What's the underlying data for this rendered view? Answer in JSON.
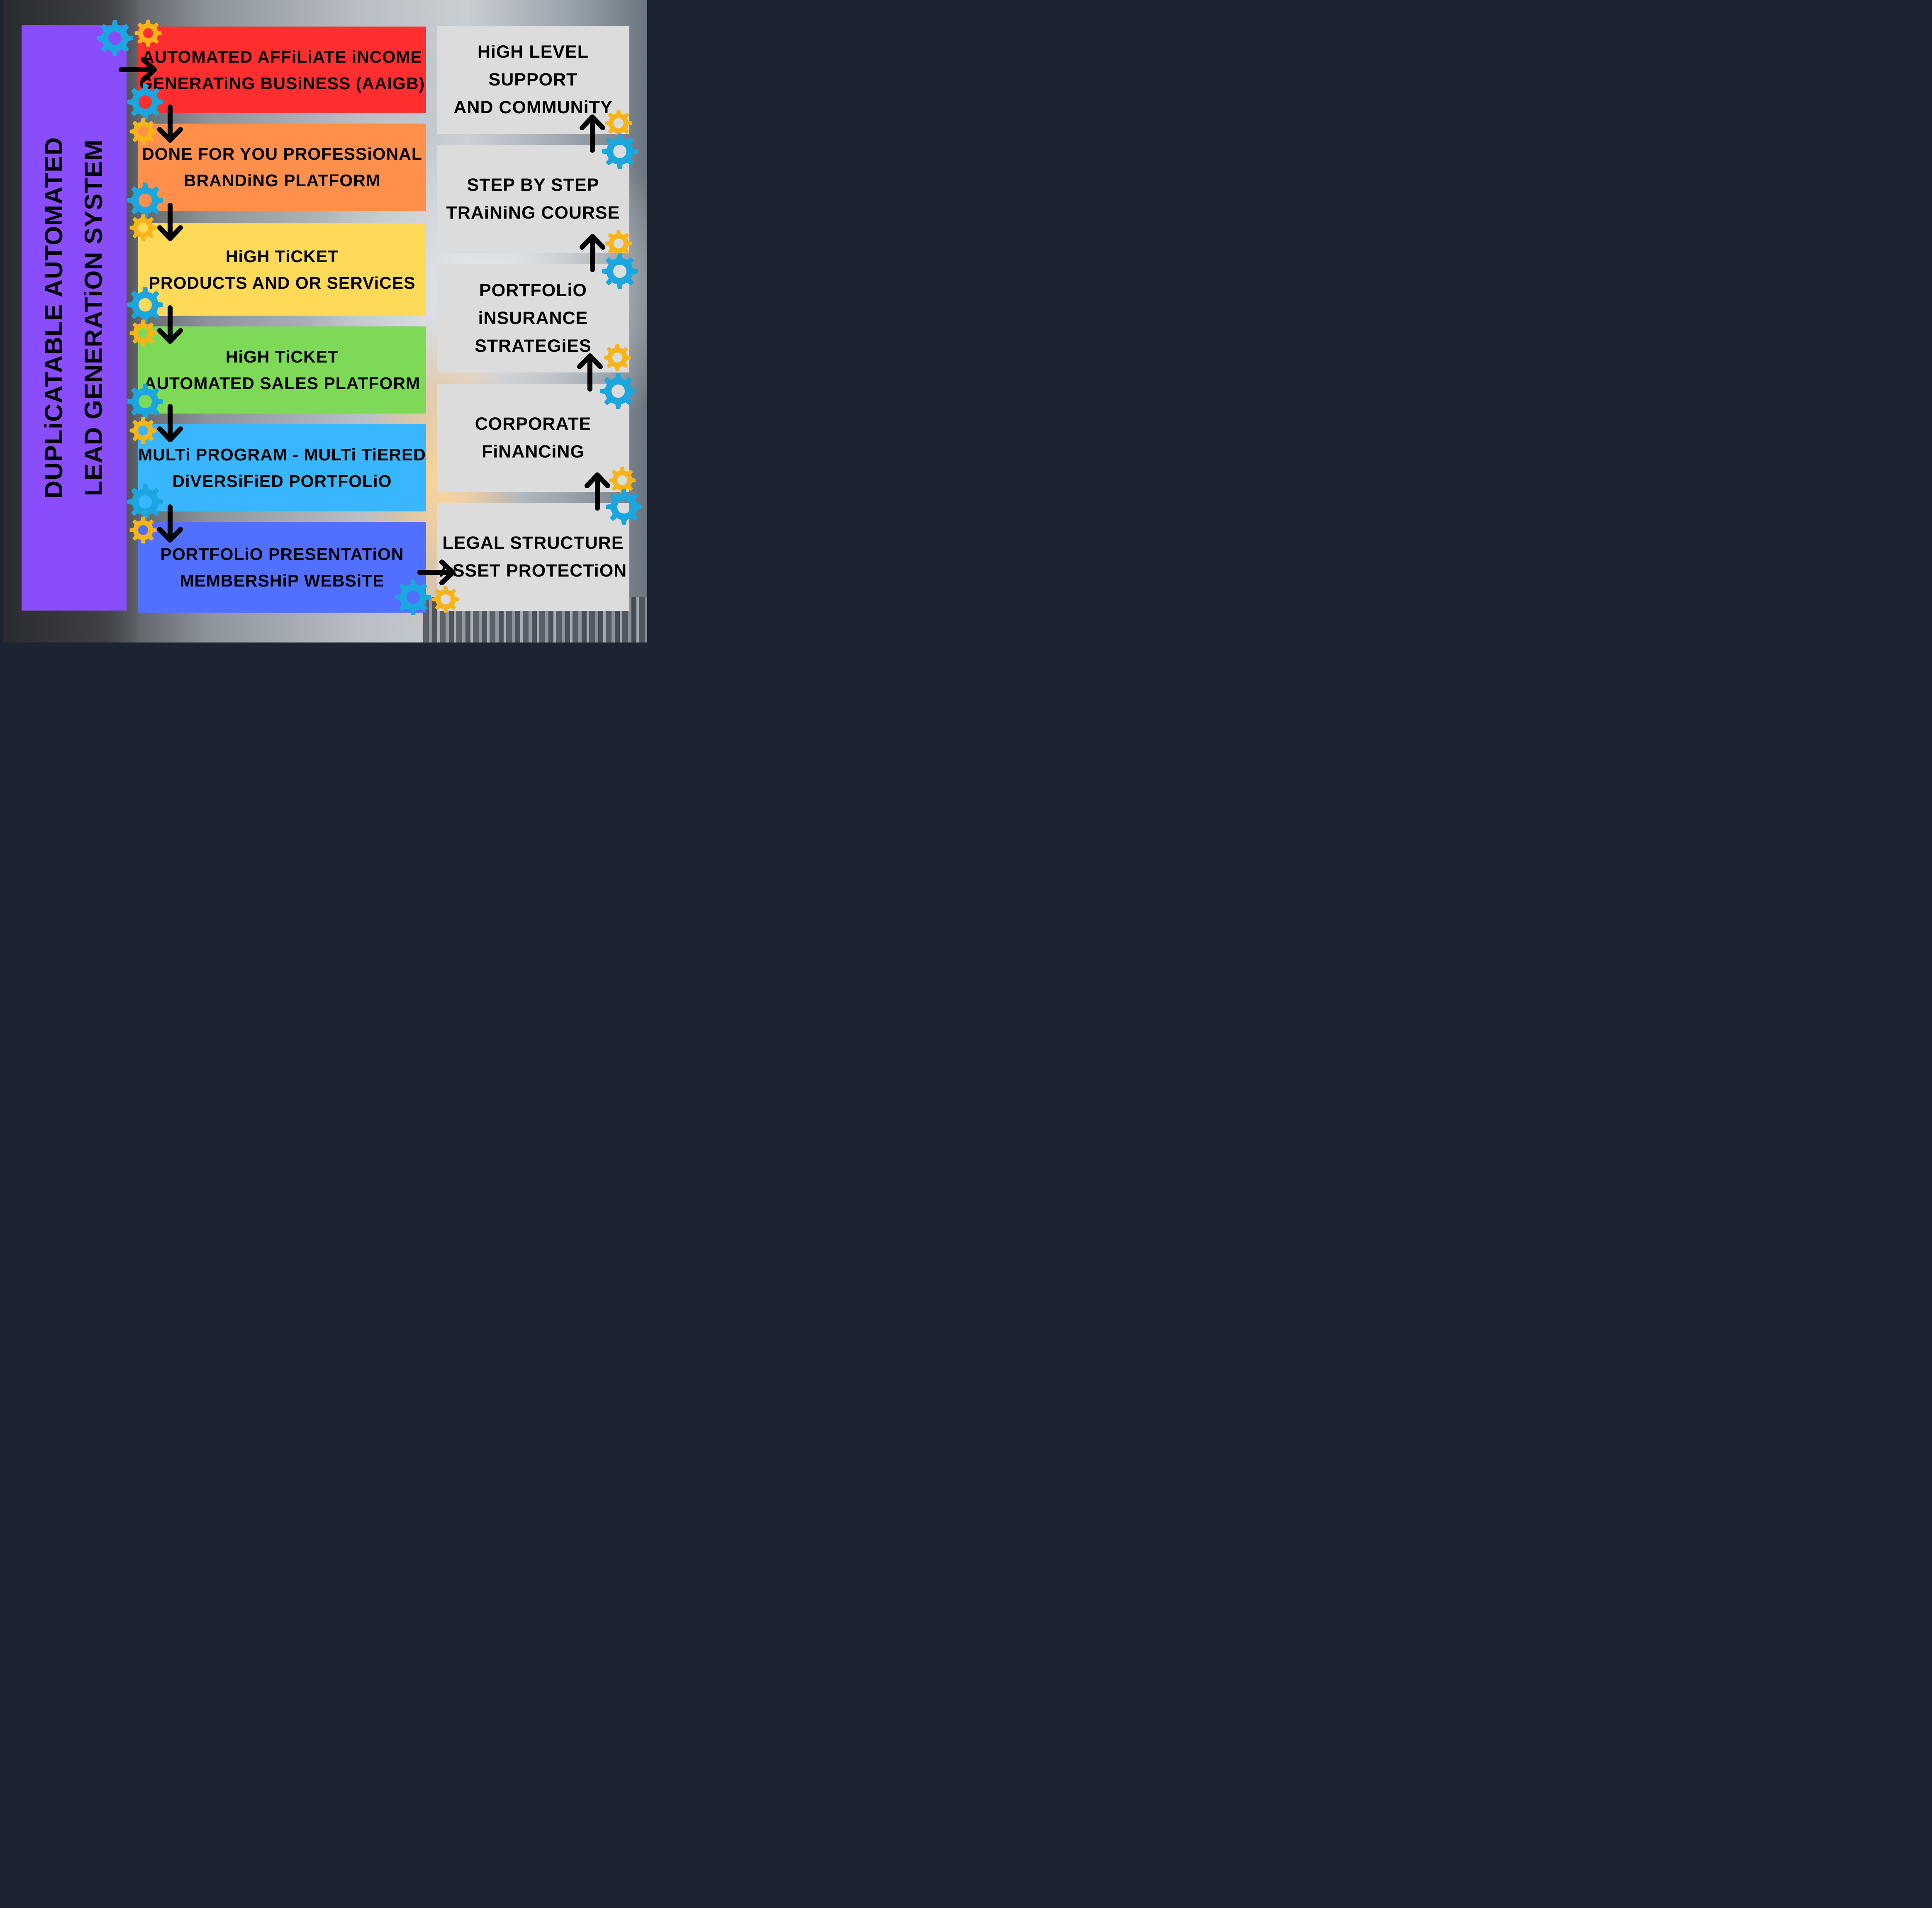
{
  "title": "DUPLiCATABLE AUTOMATED\nLEAD GENERATiON SYSTEM",
  "left_boxes": [
    {
      "label": "AUTOMATED AFFiLiATE iNCOME\nGENERATiNG BUSiNESS (AAIGB)",
      "color": "#ff2f2f"
    },
    {
      "label": "DONE FOR YOU PROFESSiONAL\nBRANDiNG PLATFORM",
      "color": "#ff904c"
    },
    {
      "label": "HiGH TiCKET\nPRODUCTS AND OR SERViCES",
      "color": "#ffd958"
    },
    {
      "label": "HiGH TiCKET\nAUTOMATED SALES PLATFORM",
      "color": "#7ed957"
    },
    {
      "label": "MULTi PROGRAM - MULTi TiERED\nDiVERSiFiED PORTFOLiO",
      "color": "#38b6ff"
    },
    {
      "label": "PORTFOLiO PRESENTATiON\nMEMBERSHiP WEBSiTE",
      "color": "#5170ff"
    }
  ],
  "right_boxes": [
    {
      "label": "HiGH LEVEL SUPPORT\nAND COMMUNiTY"
    },
    {
      "label": "STEP BY STEP\nTRAiNiNG COURSE"
    },
    {
      "label": "PORTFOLiO iNSURANCE\nSTRATEGiES"
    },
    {
      "label": "CORPORATE\nFiNANCiNG"
    },
    {
      "label": "LEGAL STRUCTURE\nASSET PROTECTiON"
    }
  ],
  "colors": {
    "title_panel": "#8a4dfb",
    "right_panel": "#dcdcdc",
    "gear_blue": "#1aa7e0",
    "gear_yellow": "#f9b418",
    "arrow": "#000000"
  },
  "icons": [
    "gear-icon",
    "arrow-right-icon",
    "arrow-down-icon",
    "arrow-up-icon"
  ]
}
